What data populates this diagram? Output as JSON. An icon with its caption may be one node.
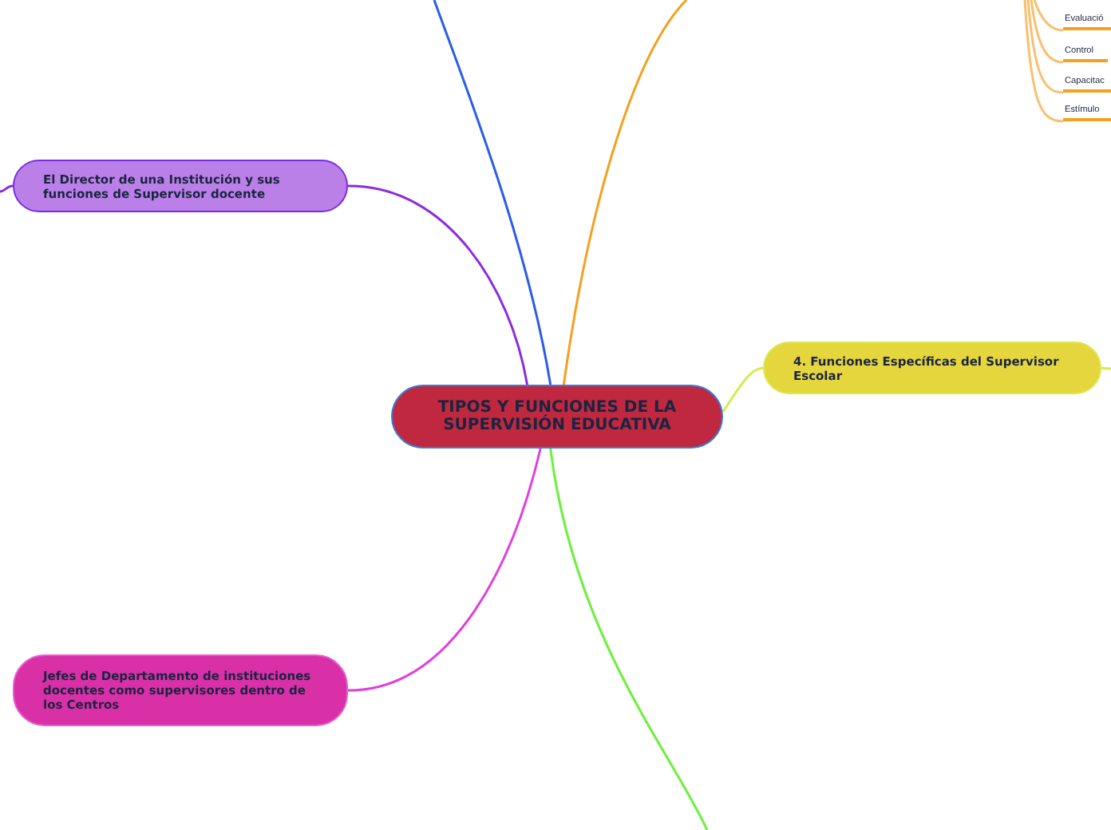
{
  "diagram": {
    "nodes": [
      {
        "text": [
          "TIPOS Y FUNCIONES DE LA SUPERVISIÓN EDUCATIVA"
        ]
      },
      {
        "text": [
          "El Director de una Institución y sus funciones de Supervisor docente"
        ]
      },
      {
        "text": [
          "Jefes de Departamento de instituciones docentes como supervisores dentro de los Centros"
        ]
      },
      {
        "text": [
          "4. Funciones Específicas del Supervisor Escolar"
        ]
      },
      {
        "text": [
          "Evaluació"
        ]
      },
      {
        "text": [
          "Control"
        ]
      },
      {
        "text": [
          "Capacitac"
        ]
      },
      {
        "text": [
          "Estímulo"
        ]
      }
    ],
    "edges": [
      {
        "from": 0,
        "to": 1,
        "arrow": "none",
        "color": "#8a2be2"
      },
      {
        "from": 0,
        "to": 2,
        "arrow": "none",
        "color": "#e03ee0"
      },
      {
        "from": 0,
        "to": 3,
        "arrow": "none",
        "color": "#d8ea4a"
      },
      {
        "from": 0,
        "to": null,
        "arrow": "none",
        "color": "#2a5ce8"
      },
      {
        "from": 0,
        "to": null,
        "arrow": "none",
        "color": "#f5a01e"
      },
      {
        "from": 0,
        "to": null,
        "arrow": "none",
        "color": "#6cf03c"
      },
      {
        "from": null,
        "to": 4,
        "arrow": "none",
        "color": "#f8c070"
      },
      {
        "from": null,
        "to": 5,
        "arrow": "none",
        "color": "#f8c070"
      },
      {
        "from": null,
        "to": 6,
        "arrow": "none",
        "color": "#f8c070"
      },
      {
        "from": null,
        "to": 7,
        "arrow": "none",
        "color": "#f8c070"
      },
      {
        "from": 1,
        "to": null,
        "arrow": "none",
        "color": "#8a2be2"
      },
      {
        "from": 3,
        "to": null,
        "arrow": "none",
        "color": "#d8ea4a"
      }
    ]
  }
}
